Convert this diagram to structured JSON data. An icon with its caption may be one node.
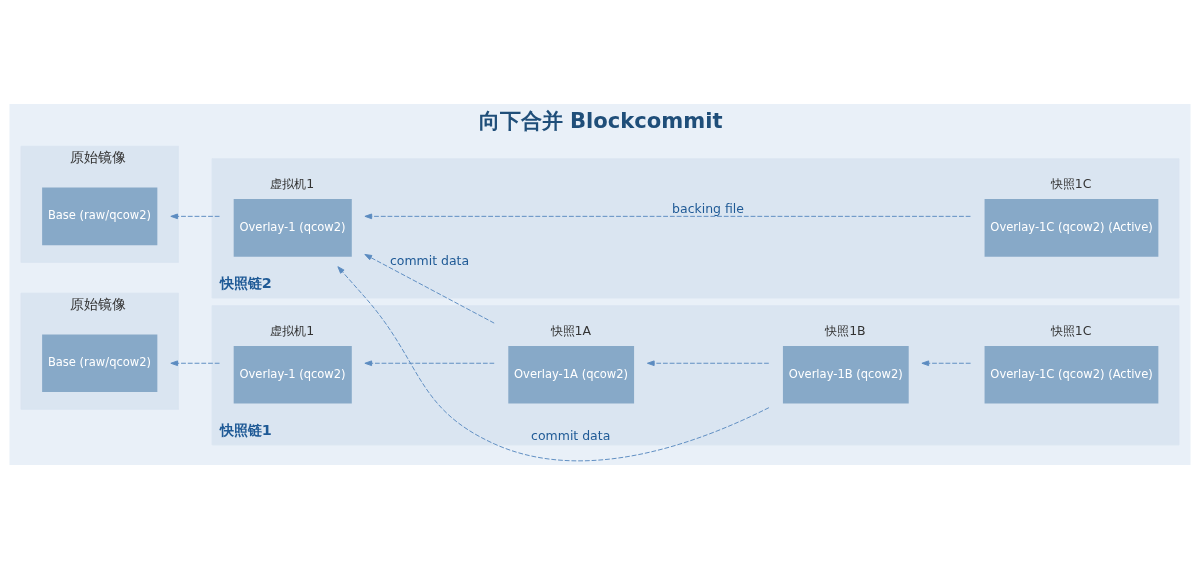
{
  "diagram": {
    "title": "向下合并 Blockcommit",
    "nodes": [
      {
        "text": [
          "原始镜像"
        ]
      },
      {
        "text": [
          "Base (raw/qcow2)"
        ],
        "in": 0
      },
      {
        "text": [
          "快照链1"
        ]
      },
      {
        "text": [
          "虚拟机1",
          "Overlay-1 (qcow2)"
        ],
        "in": 2
      },
      {
        "text": [
          "快照1A",
          "Overlay-1A (qcow2)"
        ],
        "in": 2
      },
      {
        "text": [
          "快照1B",
          "Overlay-1B (qcow2)"
        ],
        "in": 2
      },
      {
        "text": [
          "快照1C",
          "Overlay-1C (qcow2) (Active)"
        ],
        "in": 2
      },
      {
        "text": [
          "原始镜像"
        ]
      },
      {
        "text": [
          "Base (raw/qcow2)"
        ],
        "in": 7
      },
      {
        "text": [
          "快照链2"
        ]
      },
      {
        "text": [
          "虚拟机1",
          "Overlay-1 (qcow2)"
        ],
        "in": 9
      },
      {
        "text": [
          "快照1C",
          "Overlay-1C (qcow2) (Active)"
        ],
        "in": 9
      }
    ],
    "edges": [
      {
        "from": 3,
        "to": 1,
        "arrow": "to",
        "style": "dashed"
      },
      {
        "from": 4,
        "to": 3,
        "arrow": "to",
        "style": "dashed"
      },
      {
        "from": 5,
        "to": 4,
        "arrow": "to",
        "style": "dashed"
      },
      {
        "from": 6,
        "to": 5,
        "arrow": "to",
        "style": "dashed"
      },
      {
        "from": 4,
        "to": 10,
        "arrow": "to",
        "style": "dashed",
        "label": "commit data"
      },
      {
        "from": 5,
        "to": 10,
        "arrow": "to",
        "style": "dashed",
        "label": "commit data"
      },
      {
        "from": 11,
        "to": 10,
        "arrow": "to",
        "style": "dashed",
        "label": "backing file"
      },
      {
        "from": 10,
        "to": 8,
        "arrow": "to",
        "style": "dashed"
      }
    ]
  }
}
